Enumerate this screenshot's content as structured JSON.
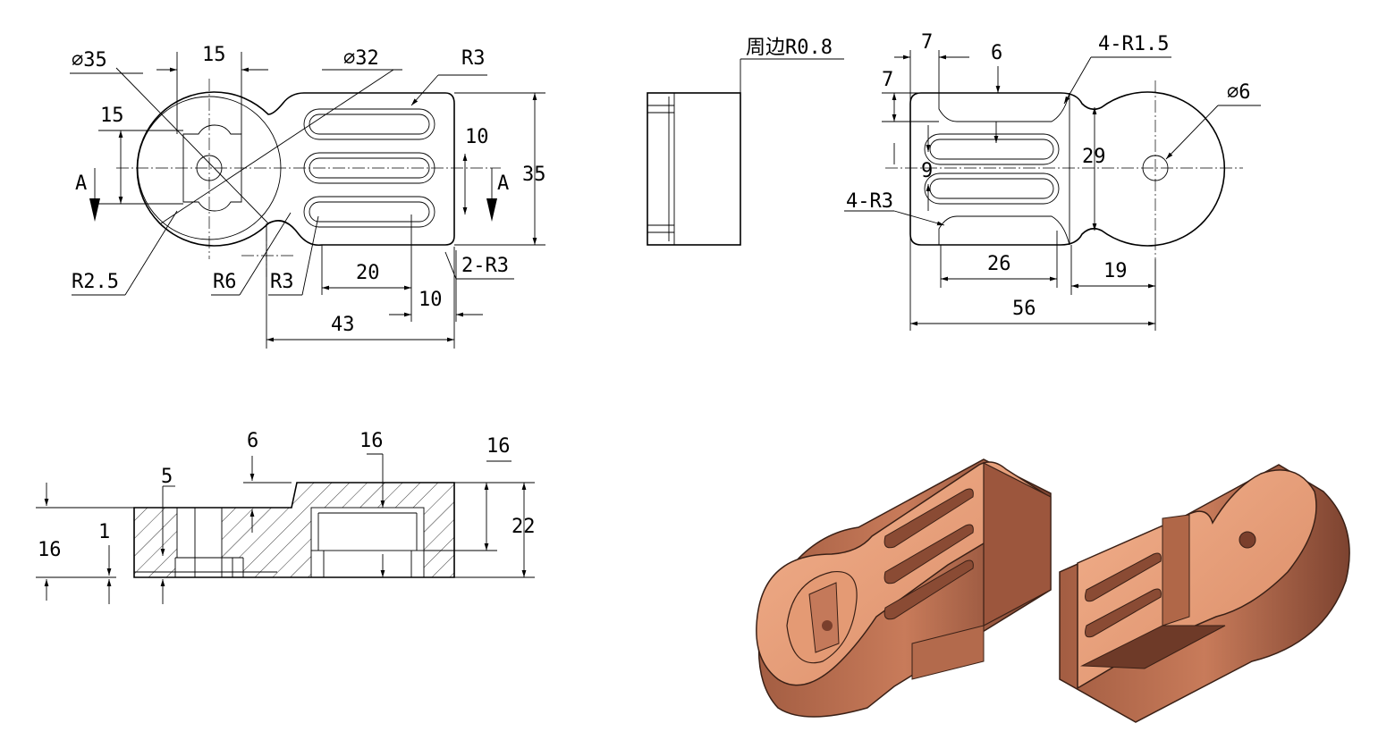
{
  "front_view": {
    "dims": {
      "d35": "∅35",
      "w15_top": "15",
      "d32": "∅32",
      "r3_top": "R3",
      "h15_left": "15",
      "h10": "10",
      "h35": "35",
      "r2_5": "R2.5",
      "r6": "R6",
      "r3_bottom": "R3",
      "two_r3": "2-R3",
      "w20": "20",
      "w10": "10",
      "w43": "43"
    },
    "section_marks": {
      "left": "A",
      "right": "A"
    }
  },
  "side_view": {
    "dims": {
      "edge_fillet": "周边R0.8"
    }
  },
  "right_view": {
    "dims": {
      "w7_top": "7",
      "w6": "6",
      "four_r1_5": "4-R1.5",
      "d6": "∅6",
      "h7": "7",
      "h9": "9",
      "h29": "29",
      "four_r3": "4-R3",
      "w26": "26",
      "w19": "19",
      "w56": "56"
    }
  },
  "section_view": {
    "dims": {
      "h6": "6",
      "w16_top": "16",
      "h16_right": "16",
      "h22": "22",
      "w5": "5",
      "h1": "1",
      "h16_left": "16"
    }
  },
  "render_colors": {
    "copper_light": "#e9a07a",
    "copper_mid": "#c57a5a",
    "copper_dark": "#8a4b34",
    "edge": "#3a2016"
  }
}
